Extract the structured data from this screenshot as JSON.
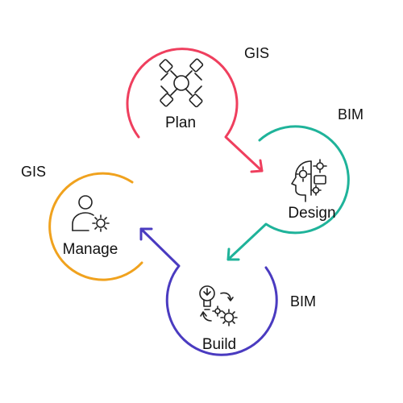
{
  "colors": {
    "plan": "#ef3f5e",
    "design": "#1fb39a",
    "build": "#4a3bc0",
    "manage": "#f0a21e",
    "icon": "#222222"
  },
  "nodes": {
    "plan": {
      "label": "Plan",
      "tag": "GIS",
      "icon": "network-hub-icon"
    },
    "design": {
      "label": "Design",
      "tag": "BIM",
      "icon": "design-thinking-icon"
    },
    "build": {
      "label": "Build",
      "tag": "BIM",
      "icon": "idea-gears-icon"
    },
    "manage": {
      "label": "Manage",
      "tag": "GIS",
      "icon": "user-settings-icon"
    }
  }
}
